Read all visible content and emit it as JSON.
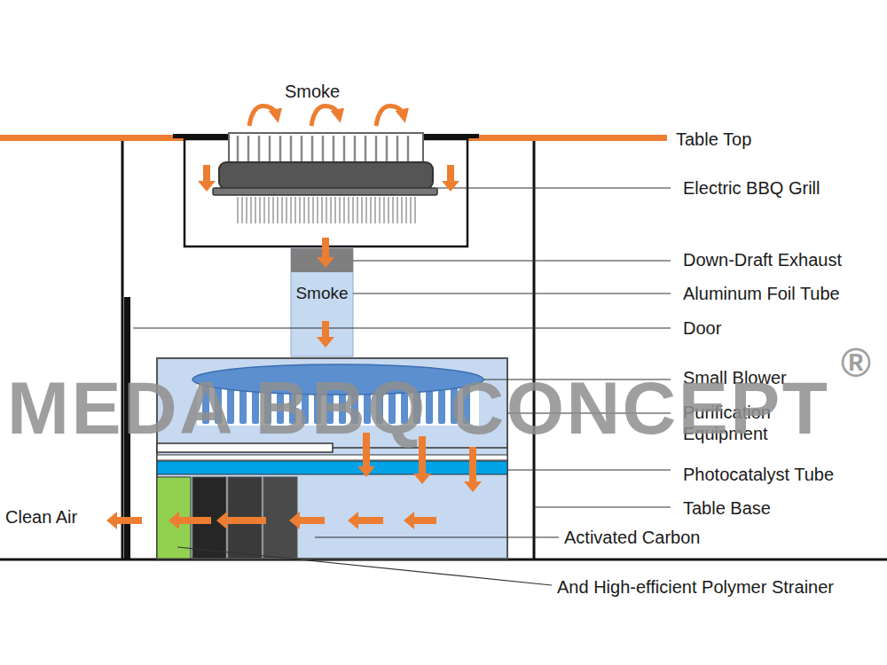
{
  "diagram": {
    "nodes": [
      {
        "text": [
          "Smoke"
        ]
      }
    ],
    "labels": [
      "Smoke",
      "Table Top",
      "Electric BBQ Grill",
      "Down-Draft Exhaust",
      "Aluminum Foil Tube",
      "Door",
      "Small Blower",
      "Purification Equipment",
      "Photocatalyst Tube",
      "Table Base",
      "Clean Air",
      "Activated Carbon",
      "And High-efficient Polymer Strainer",
      "MEDA BBQ CONCEPT",
      "®"
    ]
  }
}
